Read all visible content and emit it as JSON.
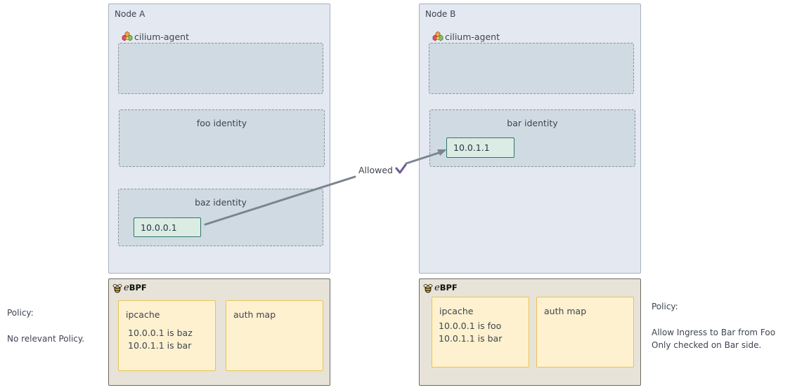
{
  "node_a": {
    "title": "Node A",
    "agent_label": "cilium-agent",
    "identities": [
      {
        "label": "foo identity"
      },
      {
        "label": "baz identity",
        "ip": "10.0.0.1"
      }
    ],
    "ebpf_label": "BPF",
    "ebpf_prefix": "e",
    "ipcache": {
      "title": "ipcache",
      "entries": [
        "10.0.0.1 is baz",
        "10.0.1.1 is bar"
      ]
    },
    "auth_map": {
      "title": "auth map"
    }
  },
  "node_b": {
    "title": "Node B",
    "agent_label": "cilium-agent",
    "identities": [
      {
        "label": "bar identity",
        "ip": "10.0.1.1"
      }
    ],
    "ebpf_label": "BPF",
    "ebpf_prefix": "e",
    "ipcache": {
      "title": "ipcache",
      "entries": [
        "10.0.0.1 is foo",
        "10.0.1.1 is bar"
      ]
    },
    "auth_map": {
      "title": "auth map"
    }
  },
  "connection": {
    "label": "Allowed",
    "status_color": "#6a5c9c"
  },
  "policy_left": {
    "heading": "Policy:",
    "text": "No relevant Policy."
  },
  "policy_right": {
    "heading": "Policy:",
    "lines": [
      "Allow Ingress to Bar from Foo",
      "Only checked on Bar side."
    ]
  },
  "colors": {
    "node_bg": "#e4e8f0",
    "identity_bg": "#d0dae2",
    "ip_border": "#2f7767",
    "ebpf_bg": "#e8e3d8",
    "map_bg": "#fdf1cf",
    "map_border": "#e7c35a",
    "arrow": "#7a8592"
  }
}
